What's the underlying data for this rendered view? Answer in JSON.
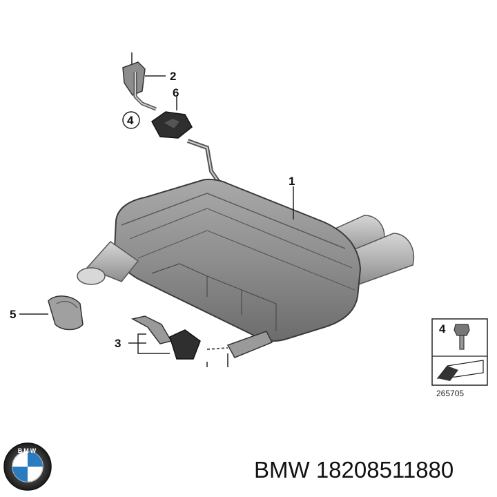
{
  "diagram": {
    "callouts": [
      "1",
      "2",
      "3",
      "4",
      "5",
      "6"
    ],
    "legend_box": {
      "number": "4",
      "code": "265705"
    }
  },
  "footer": {
    "brand_badge": "BMW",
    "caption": "BMW 18208511880"
  }
}
